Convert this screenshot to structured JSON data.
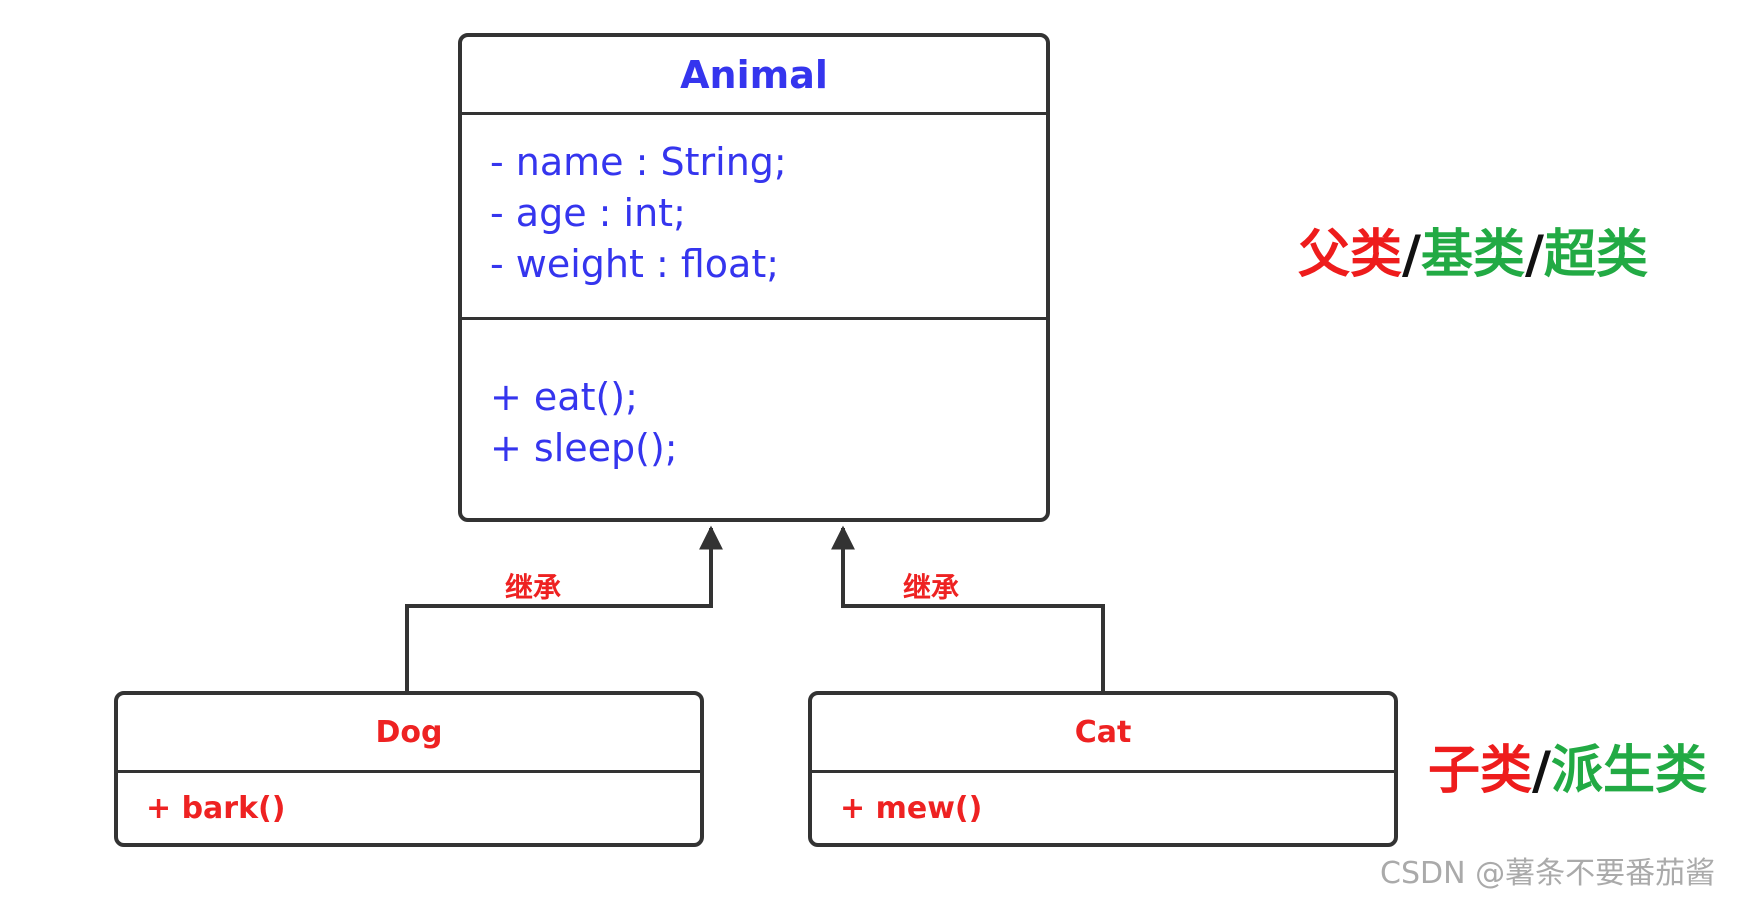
{
  "animal": {
    "name": "Animal",
    "attributes": [
      "- name : String;",
      "- age : int;",
      "- weight : float;"
    ],
    "methods": [
      "+ eat();",
      "+ sleep();"
    ]
  },
  "dog": {
    "name": "Dog",
    "methods": [
      "+ bark()"
    ]
  },
  "cat": {
    "name": "Cat",
    "methods": [
      "+ mew()"
    ]
  },
  "inheritance_labels": [
    "继承",
    "继承"
  ],
  "parent_label": {
    "part1": "父类",
    "sep1": "/",
    "part2": "基类",
    "sep2": "/",
    "part3": "超类"
  },
  "child_label": {
    "part1": "子类",
    "sep1": "/",
    "part2": "派生类"
  },
  "watermark": "CSDN @薯条不要番茄酱",
  "colors": {
    "blue": "#3535ee",
    "red": "#ee2222",
    "green": "#22aa44",
    "border": "#333333"
  }
}
